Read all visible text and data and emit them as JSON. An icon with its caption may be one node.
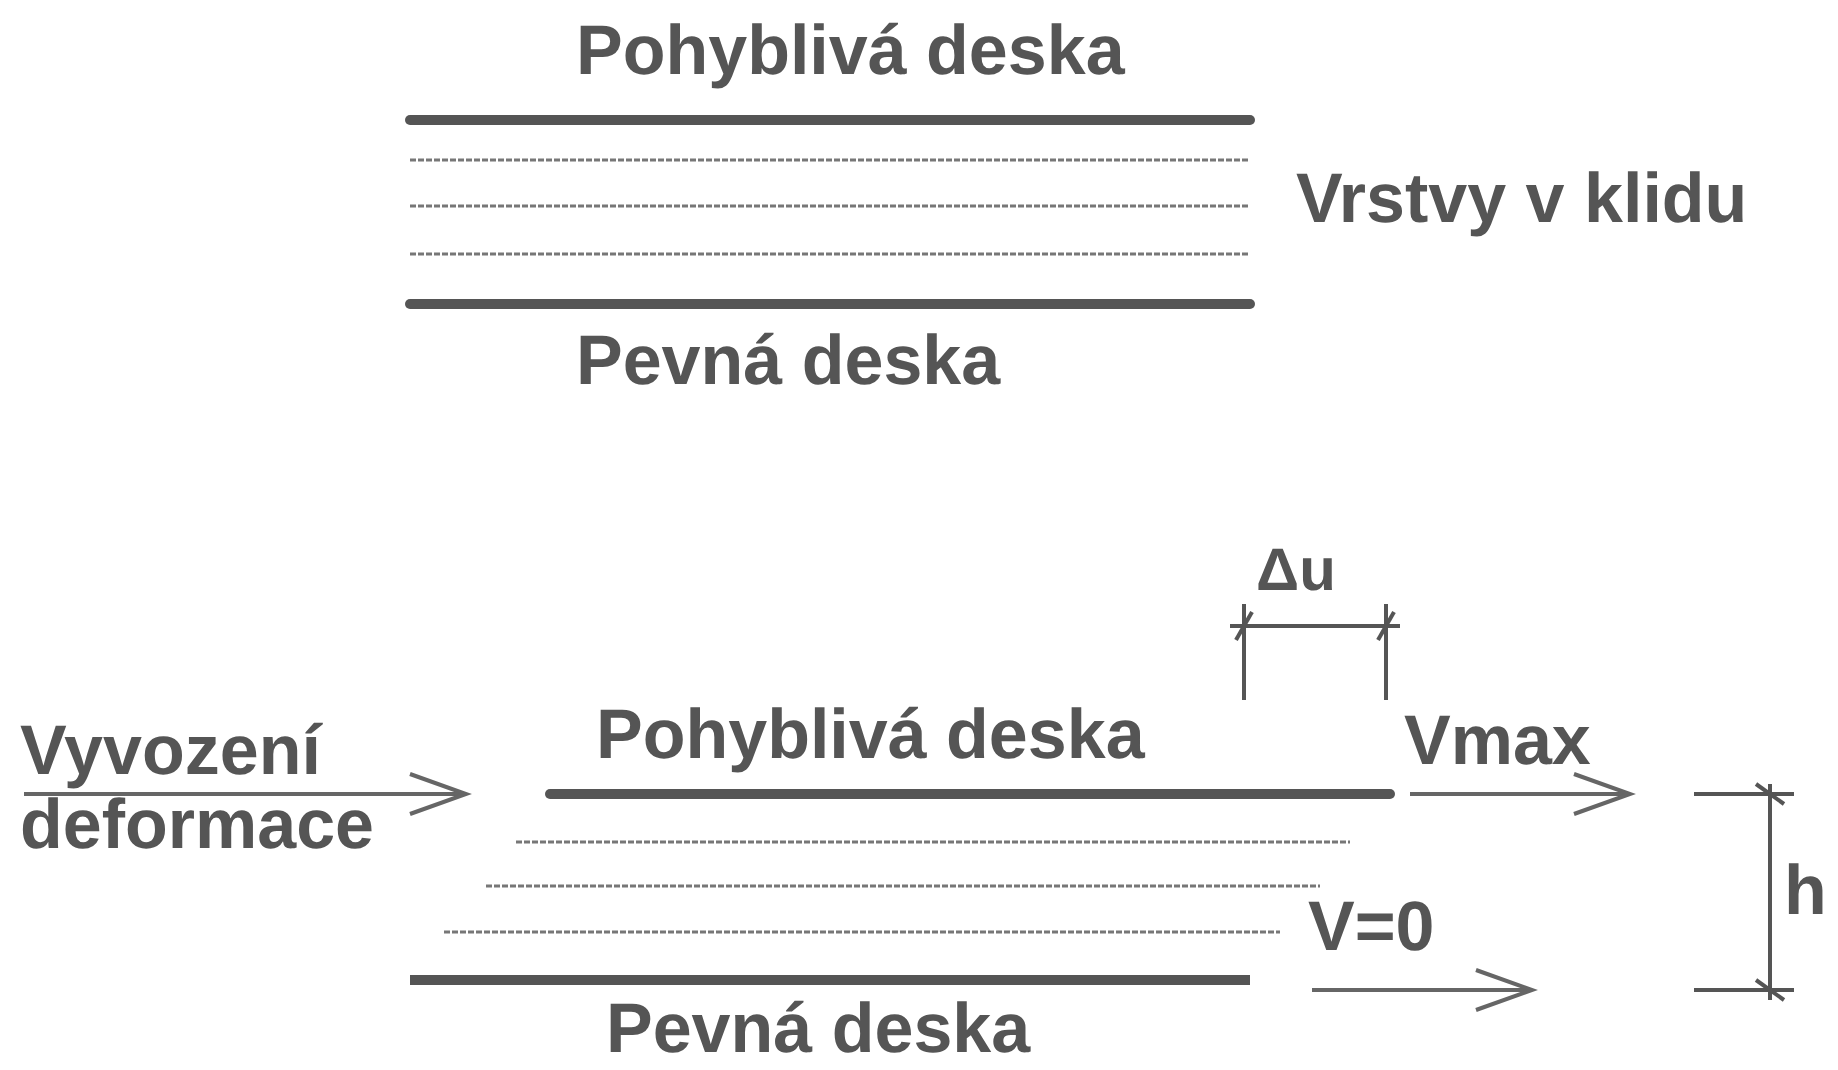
{
  "diagram": {
    "labels": [
      "Pohyblivá deska",
      "Vrstvy v klidu",
      "Pevná deska",
      "Δu",
      "Vyvození deformace",
      "Pohyblivá deska",
      "Vmax",
      "h",
      "V=0",
      "Pevná deska"
    ]
  }
}
